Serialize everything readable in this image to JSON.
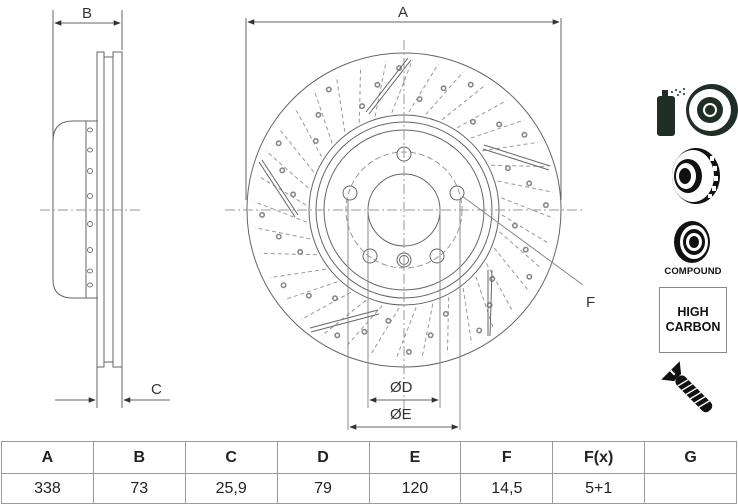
{
  "drawing": {
    "labels": {
      "A": "A",
      "B": "B",
      "C": "C",
      "D": "ØD",
      "E": "ØE",
      "F": "F"
    }
  },
  "badges": {
    "coating_icon": "coated-disc-spray-icon",
    "vented_icon": "vented-disc-icon",
    "compound_icon": "compound-disc-icon",
    "compound_label": "COMPOUND",
    "high_carbon_line1": "HIGH",
    "high_carbon_line2": "CARBON",
    "screw_icon": "countersunk-screw-icon"
  },
  "spec_table": {
    "headers": [
      "A",
      "B",
      "C",
      "D",
      "E",
      "F",
      "F(x)",
      "G"
    ],
    "values": [
      "338",
      "73",
      "25,9",
      "79",
      "120",
      "14,5",
      "5+1",
      ""
    ]
  },
  "colors": {
    "line": "#555555",
    "dashed": "#8a8a8a",
    "icon": "#1f2f28",
    "border": "#9a9a9a"
  }
}
